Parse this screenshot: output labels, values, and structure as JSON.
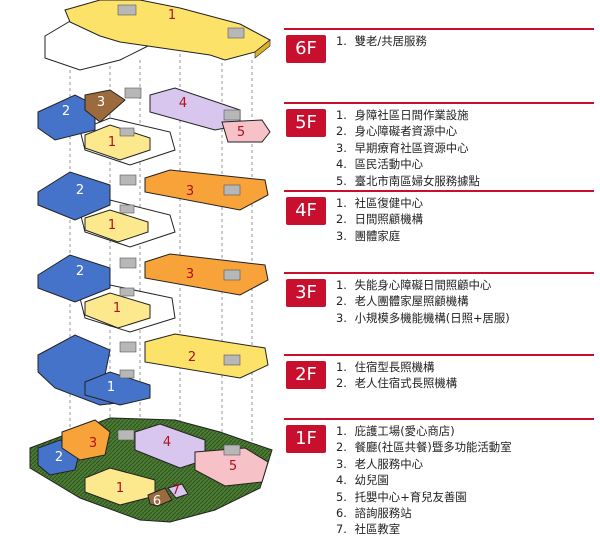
{
  "colors": {
    "accent_red": "#c8102e",
    "yellow": "#fde26a",
    "blue": "#4573c9",
    "orange": "#f7a33a",
    "lavender": "#d8c6ee",
    "pink": "#f6c2c8",
    "brown": "#9c6b3d",
    "green": "#3f6b2c",
    "gray": "#b7b7b7",
    "number_dark": "#b01020"
  },
  "floors": [
    {
      "id": "6F",
      "label": "6F",
      "items": [
        {
          "num": "1.",
          "text": "雙老/共居服務"
        }
      ]
    },
    {
      "id": "5F",
      "label": "5F",
      "items": [
        {
          "num": "1.",
          "text": "身障社區日間作業設施"
        },
        {
          "num": "2.",
          "text": "身心障礙者資源中心"
        },
        {
          "num": "3.",
          "text": "早期療育社區資源中心"
        },
        {
          "num": "4.",
          "text": "區民活動中心"
        },
        {
          "num": "5.",
          "text": "臺北市南區婦女服務據點"
        }
      ]
    },
    {
      "id": "4F",
      "label": "4F",
      "items": [
        {
          "num": "1.",
          "text": "社區復健中心"
        },
        {
          "num": "2.",
          "text": "日間照顧機構"
        },
        {
          "num": "3.",
          "text": "團體家庭"
        }
      ]
    },
    {
      "id": "3F",
      "label": "3F",
      "items": [
        {
          "num": "1.",
          "text": "失能身心障礙日間照顧中心"
        },
        {
          "num": "2.",
          "text": "老人團體家屋照顧機構"
        },
        {
          "num": "3.",
          "text": "小規模多機能機構(日照+居服)"
        }
      ]
    },
    {
      "id": "2F",
      "label": "2F",
      "items": [
        {
          "num": "1.",
          "text": "住宿型長照機構"
        },
        {
          "num": "2.",
          "text": "老人住宿式長照機構"
        }
      ]
    },
    {
      "id": "1F",
      "label": "1F",
      "items": [
        {
          "num": "1.",
          "text": "庇護工場(愛心商店)"
        },
        {
          "num": "2.",
          "text": "餐廳(社區共餐)暨多功能活動室"
        },
        {
          "num": "3.",
          "text": "老人服務中心"
        },
        {
          "num": "4.",
          "text": "幼兒園"
        },
        {
          "num": "5.",
          "text": "托嬰中心+育兒友善園"
        },
        {
          "num": "6.",
          "text": "諮詢服務站"
        },
        {
          "num": "7.",
          "text": "社區教室"
        }
      ]
    }
  ],
  "plan_labels": {
    "f6": [
      "1"
    ],
    "f5": [
      "1",
      "2",
      "3",
      "4",
      "5"
    ],
    "f4": [
      "1",
      "2",
      "3"
    ],
    "f3": [
      "1",
      "2",
      "3"
    ],
    "f2": [
      "1",
      "2"
    ],
    "f1": [
      "1",
      "2",
      "3",
      "4",
      "5",
      "6",
      "7"
    ]
  }
}
